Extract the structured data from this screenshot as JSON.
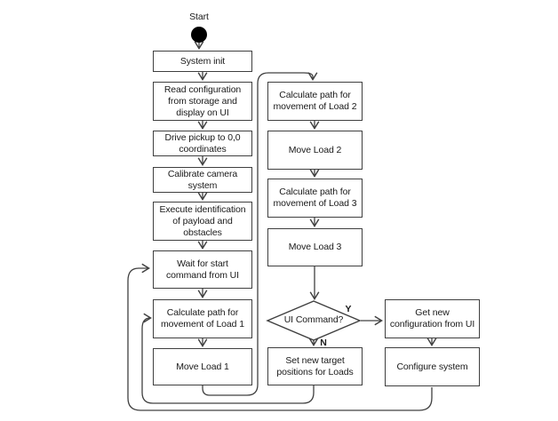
{
  "diagram": {
    "type": "flowchart",
    "start": {
      "label": "Start"
    },
    "nodes": {
      "system_init": {
        "label": "System init"
      },
      "read_config": {
        "label": "Read configuration\nfrom storage and\ndisplay on UI"
      },
      "drive_pickup": {
        "label": "Drive pickup to 0,0\ncoordinates"
      },
      "calibrate_camera": {
        "label": "Calibrate camera\nsystem"
      },
      "execute_identification": {
        "label": "Execute identification\nof payload and\nobstacles"
      },
      "wait_start": {
        "label": "Wait for start\ncommand from UI"
      },
      "calc_load1": {
        "label": "Calculate path for\nmovement of Load 1"
      },
      "move_load1": {
        "label": "Move Load 1"
      },
      "calc_load2": {
        "label": "Calculate path for\nmovement of Load 2"
      },
      "move_load2": {
        "label": "Move Load 2"
      },
      "calc_load3": {
        "label": "Calculate path for\nmovement of Load 3"
      },
      "move_load3": {
        "label": "Move Load 3"
      },
      "ui_command": {
        "label": "UI Command?"
      },
      "set_targets": {
        "label": "Set new target\npositions for Loads"
      },
      "get_config": {
        "label": "Get new\nconfiguration from UI"
      },
      "configure_system": {
        "label": "Configure system"
      }
    },
    "branch_labels": {
      "yes": "Y",
      "no": "N"
    },
    "edges": [
      {
        "from": "start",
        "to": "system_init",
        "label": ""
      },
      {
        "from": "system_init",
        "to": "read_config",
        "label": ""
      },
      {
        "from": "read_config",
        "to": "drive_pickup",
        "label": ""
      },
      {
        "from": "drive_pickup",
        "to": "calibrate_camera",
        "label": ""
      },
      {
        "from": "calibrate_camera",
        "to": "execute_identification",
        "label": ""
      },
      {
        "from": "execute_identification",
        "to": "wait_start",
        "label": ""
      },
      {
        "from": "wait_start",
        "to": "calc_load1",
        "label": ""
      },
      {
        "from": "calc_load1",
        "to": "move_load1",
        "label": ""
      },
      {
        "from": "move_load1",
        "to": "calc_load2",
        "label": ""
      },
      {
        "from": "calc_load2",
        "to": "move_load2",
        "label": ""
      },
      {
        "from": "move_load2",
        "to": "calc_load3",
        "label": ""
      },
      {
        "from": "calc_load3",
        "to": "move_load3",
        "label": ""
      },
      {
        "from": "move_load3",
        "to": "ui_command",
        "label": ""
      },
      {
        "from": "ui_command",
        "to": "get_config",
        "label": "Y"
      },
      {
        "from": "ui_command",
        "to": "set_targets",
        "label": "N"
      },
      {
        "from": "get_config",
        "to": "configure_system",
        "label": ""
      },
      {
        "from": "set_targets",
        "to": "calc_load1",
        "label": ""
      },
      {
        "from": "configure_system",
        "to": "wait_start",
        "label": ""
      }
    ],
    "colors": {
      "line": "#404040",
      "box_border": "#3f3f3f",
      "box_fill": "#ffffff",
      "text": "#1a1a1a",
      "start_fill": "#000000",
      "background": "#ffffff"
    }
  }
}
